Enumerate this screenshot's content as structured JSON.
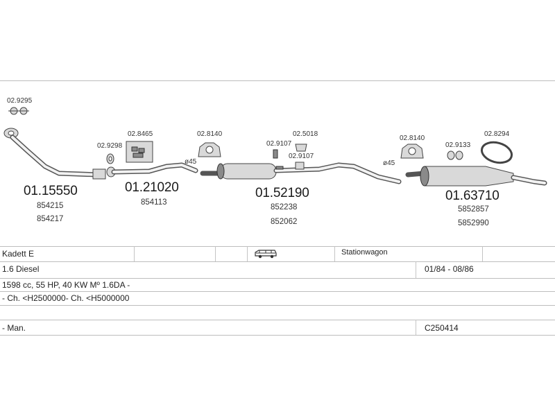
{
  "parts": {
    "clamp_top": "02.9295",
    "pipe1_code": "01.15550",
    "pipe1_ref1": "854215",
    "pipe1_ref2": "854217",
    "clamp_a": "02.9298",
    "kit": "02.8465",
    "pipe2_code": "01.21020",
    "pipe2_ref1": "854113",
    "hanger_a": "02.8140",
    "dia_a": "ø45",
    "bolt_a": "02.9107",
    "rubber": "02.5018",
    "bolt_b": "02.9107",
    "muffler1_code": "01.52190",
    "muffler1_ref1": "852238",
    "muffler1_ref2": "852062",
    "dia_b": "ø45",
    "hanger_b": "02.8140",
    "clamp_b": "02.9133",
    "gasket": "02.8294",
    "muffler2_code": "01.63710",
    "muffler2_ref1": "5852857",
    "muffler2_ref2": "5852990"
  },
  "table": {
    "model": "Kadett E",
    "body_icon": "station-wagon-icon",
    "body_type": "Stationwagon",
    "engine": "1.6 Diesel",
    "years": "01/84 - 08/86",
    "specs": "1598 cc, 55 HP, 40 KW Mº 1.6DA -",
    "chassis": "- Ch. <H2500000- Ch. <H5000000",
    "transmission": "- Man.",
    "catalog_no": "C250414"
  }
}
